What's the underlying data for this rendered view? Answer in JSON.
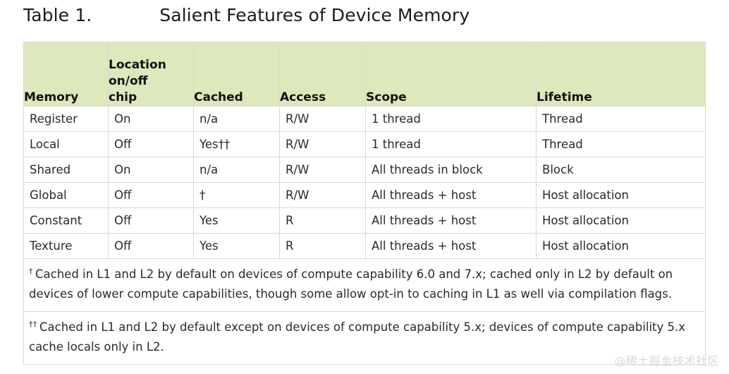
{
  "caption": {
    "label": "Table 1.",
    "title": "Salient Features of Device Memory"
  },
  "colors": {
    "header_background": "#dde8bd",
    "page_background": "#ffffff",
    "border": "#d7d9d4",
    "text": "#2a2a2a",
    "watermark": "#d9d9d9"
  },
  "table": {
    "headers": [
      {
        "id": "memory",
        "lines": [
          "Memory"
        ]
      },
      {
        "id": "location",
        "lines": [
          "Location",
          "on/off",
          "chip"
        ]
      },
      {
        "id": "cached",
        "lines": [
          "Cached"
        ]
      },
      {
        "id": "access",
        "lines": [
          "Access"
        ]
      },
      {
        "id": "scope",
        "lines": [
          "Scope"
        ]
      },
      {
        "id": "lifetime",
        "lines": [
          "Lifetime"
        ]
      }
    ],
    "rows": [
      {
        "memory": "Register",
        "location": "On",
        "cached": "n/a",
        "access": "R/W",
        "scope": "1 thread",
        "lifetime": "Thread"
      },
      {
        "memory": "Local",
        "location": "Off",
        "cached": "Yes††",
        "access": "R/W",
        "scope": "1 thread",
        "lifetime": "Thread"
      },
      {
        "memory": "Shared",
        "location": "On",
        "cached": "n/a",
        "access": "R/W",
        "scope": "All threads in block",
        "lifetime": "Block"
      },
      {
        "memory": "Global",
        "location": "Off",
        "cached": "†",
        "access": "R/W",
        "scope": "All threads + host",
        "lifetime": "Host allocation"
      },
      {
        "memory": "Constant",
        "location": "Off",
        "cached": "Yes",
        "access": "R",
        "scope": "All threads + host",
        "lifetime": "Host allocation"
      },
      {
        "memory": "Texture",
        "location": "Off",
        "cached": "Yes",
        "access": "R",
        "scope": "All threads + host",
        "lifetime": "Host allocation"
      }
    ],
    "footnotes": [
      {
        "mark": "†",
        "text": "Cached in L1 and L2 by default on devices of compute capability 6.0 and 7.x; cached only in L2 by default on devices of lower compute capabilities, though some allow opt-in to caching in L1 as well via compilation flags."
      },
      {
        "mark": "††",
        "text": "Cached in L1 and L2 by default except on devices of compute capability 5.x; devices of compute capability 5.x cache locals only in L2."
      }
    ]
  },
  "watermark": {
    "text": "@稀土掘金技术社区"
  }
}
